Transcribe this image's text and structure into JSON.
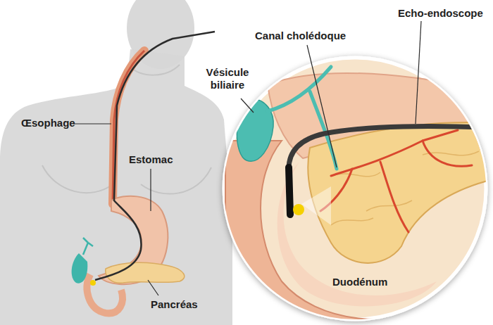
{
  "diagram": {
    "labels": [
      "Echo-endoscope",
      "Canal cholédoque",
      "Vésicule biliaire",
      "Œsophage",
      "Estomac",
      "Duodénum",
      "Pancréas"
    ]
  }
}
